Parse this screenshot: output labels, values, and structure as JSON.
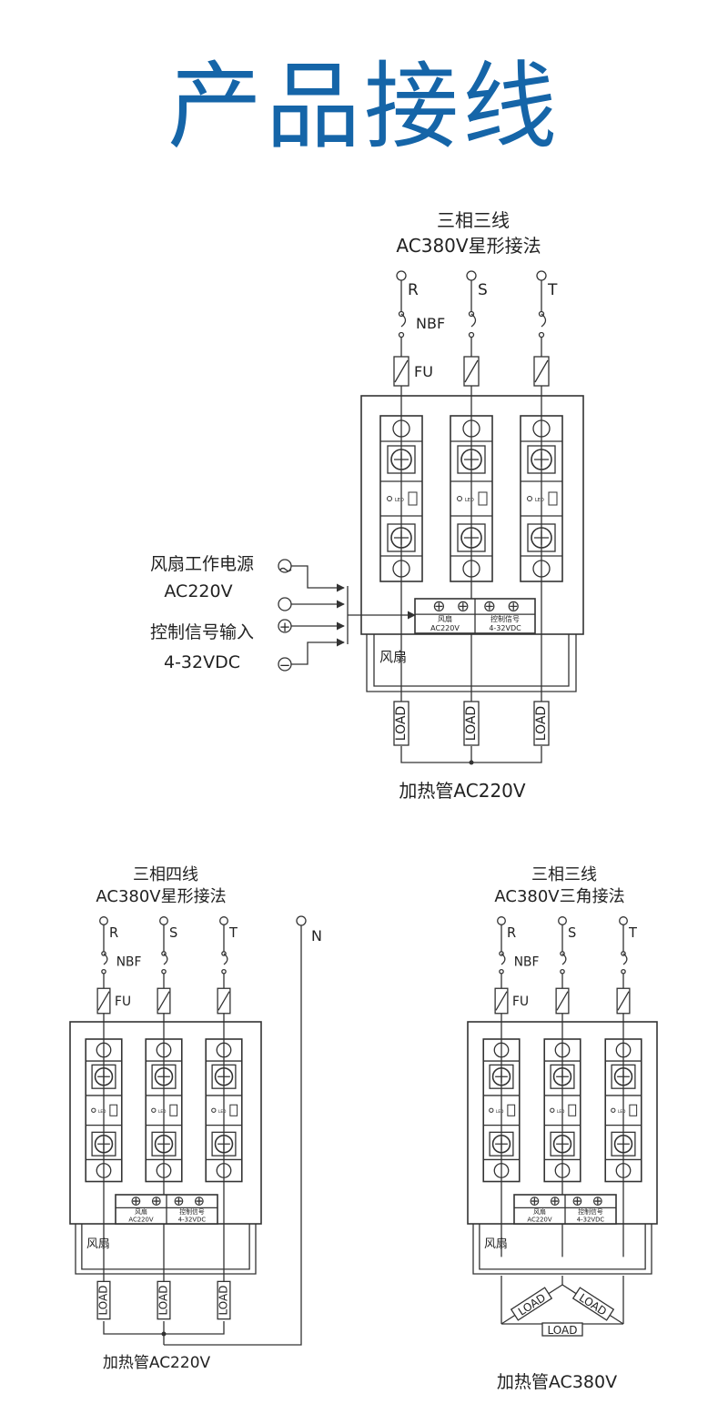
{
  "page_title": "产品接线",
  "colors": {
    "title": "#1565a8",
    "line": "#333333",
    "text": "#222222"
  },
  "diagram1": {
    "title_line1": "三相三线",
    "title_line2": "AC380V星形接法",
    "phase_labels": [
      "R",
      "S",
      "T"
    ],
    "breaker_label": "NBF",
    "fuse_label": "FU",
    "fan_power_label": "风扇工作电源",
    "fan_power_voltage": "AC220V",
    "control_signal_label": "控制信号输入",
    "control_signal_range": "4-32VDC",
    "polarity_plus": "+",
    "polarity_minus": "−",
    "terminal_fan_label": "风扇",
    "terminal_fan_voltage": "AC220V",
    "terminal_ctrl_label": "控制信号",
    "terminal_ctrl_range": "4-32VDC",
    "fan_label": "风扇",
    "led_label": "LED",
    "load_label": "LOAD",
    "bottom_label": "加热管AC220V"
  },
  "diagram2": {
    "title_line1": "三相四线",
    "title_line2": "AC380V星形接法",
    "phase_labels": [
      "R",
      "S",
      "T"
    ],
    "neutral_label": "N",
    "breaker_label": "NBF",
    "fuse_label": "FU",
    "terminal_fan_label": "风扇",
    "terminal_fan_voltage": "AC220V",
    "terminal_ctrl_label": "控制信号",
    "terminal_ctrl_range": "4-32VDC",
    "fan_label": "风扇",
    "led_label": "LED",
    "load_label": "LOAD",
    "bottom_label": "加热管AC220V"
  },
  "diagram3": {
    "title_line1": "三相三线",
    "title_line2": "AC380V三角接法",
    "phase_labels": [
      "R",
      "S",
      "T"
    ],
    "breaker_label": "NBF",
    "fuse_label": "FU",
    "terminal_fan_label": "风扇",
    "terminal_fan_voltage": "AC220V",
    "terminal_ctrl_label": "控制信号",
    "terminal_ctrl_range": "4-32VDC",
    "fan_label": "风扇",
    "led_label": "LED",
    "load_label": "LOAD",
    "bottom_label": "加热管AC380V"
  }
}
